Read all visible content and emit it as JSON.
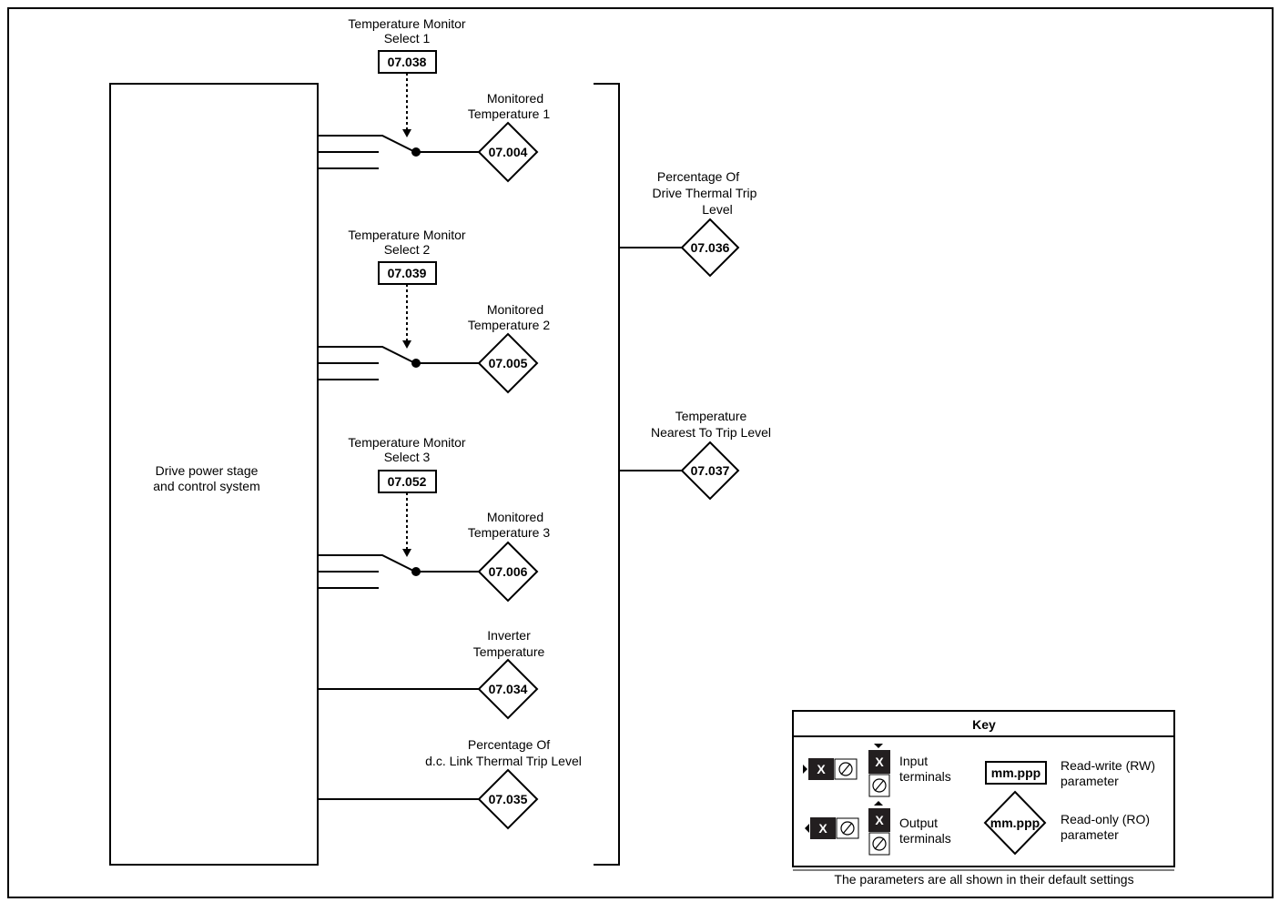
{
  "title": "",
  "drive_block": {
    "line1": "Drive power stage",
    "line2": "and control system"
  },
  "selects": [
    {
      "label1": "Temperature Monitor",
      "label2": "Select 1",
      "code": "07.038"
    },
    {
      "label1": "Temperature Monitor",
      "label2": "Select 2",
      "code": "07.039"
    },
    {
      "label1": "Temperature Monitor",
      "label2": "Select 3",
      "code": "07.052"
    }
  ],
  "monitored": [
    {
      "label1": "Monitored",
      "label2": "Temperature 1",
      "code": "07.004"
    },
    {
      "label1": "Monitored",
      "label2": "Temperature 2",
      "code": "07.005"
    },
    {
      "label1": "Monitored",
      "label2": "Temperature 3",
      "code": "07.006"
    }
  ],
  "inverter": {
    "label1": "Inverter",
    "label2": "Temperature",
    "code": "07.034"
  },
  "dc_link": {
    "label1": "Percentage Of",
    "label2": "d.c. Link Thermal Trip Level",
    "code": "07.035"
  },
  "thermal_trip": {
    "label1": "Percentage Of",
    "label2": "Drive Thermal Trip",
    "label3": "Level",
    "code": "07.036"
  },
  "nearest": {
    "label1": "Temperature",
    "label2": "Nearest To Trip Level",
    "code": "07.037"
  },
  "key": {
    "title": "Key",
    "x": "X",
    "input_label1": "Input",
    "input_label2": "terminals",
    "output_label1": "Output",
    "output_label2": "terminals",
    "rw_sample": "mm.ppp",
    "rw_label1": "Read-write (RW)",
    "rw_label2": "parameter",
    "ro_sample": "mm.ppp",
    "ro_label1": "Read-only (RO)",
    "ro_label2": "parameter",
    "footer": "The parameters are all shown in their default settings"
  }
}
